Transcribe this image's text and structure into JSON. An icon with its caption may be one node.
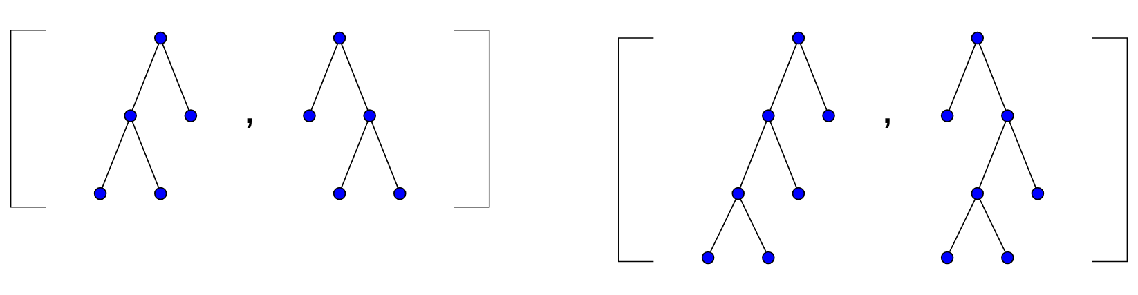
{
  "diagram": {
    "nodes": [
      {
        "text": [],
        "shape": "circle"
      },
      {
        "text": [],
        "shape": "circle"
      },
      {
        "text": [],
        "shape": "circle"
      },
      {
        "text": [],
        "shape": "circle"
      },
      {
        "text": [],
        "shape": "circle"
      },
      {
        "text": [],
        "shape": "circle"
      },
      {
        "text": [],
        "shape": "circle"
      },
      {
        "text": [],
        "shape": "circle"
      },
      {
        "text": [],
        "shape": "circle"
      },
      {
        "text": [],
        "shape": "circle"
      },
      {
        "text": [],
        "shape": "circle"
      },
      {
        "text": [],
        "shape": "circle"
      },
      {
        "text": [],
        "shape": "circle"
      },
      {
        "text": [],
        "shape": "circle"
      },
      {
        "text": [],
        "shape": "circle"
      },
      {
        "text": [],
        "shape": "circle"
      },
      {
        "text": [],
        "shape": "circle"
      },
      {
        "text": [],
        "shape": "circle"
      },
      {
        "text": [],
        "shape": "circle"
      },
      {
        "text": [],
        "shape": "circle"
      },
      {
        "text": [],
        "shape": "circle"
      },
      {
        "text": [],
        "shape": "circle"
      },
      {
        "text": [],
        "shape": "circle"
      },
      {
        "text": [],
        "shape": "circle"
      }
    ],
    "edges": [
      {
        "from": 0,
        "to": 1,
        "arrow": "none"
      },
      {
        "from": 0,
        "to": 2,
        "arrow": "none"
      },
      {
        "from": 1,
        "to": 3,
        "arrow": "none"
      },
      {
        "from": 1,
        "to": 4,
        "arrow": "none"
      },
      {
        "from": 5,
        "to": 6,
        "arrow": "none"
      },
      {
        "from": 5,
        "to": 7,
        "arrow": "none"
      },
      {
        "from": 7,
        "to": 8,
        "arrow": "none"
      },
      {
        "from": 7,
        "to": 9,
        "arrow": "none"
      },
      {
        "from": 10,
        "to": 11,
        "arrow": "none"
      },
      {
        "from": 10,
        "to": 12,
        "arrow": "none"
      },
      {
        "from": 11,
        "to": 13,
        "arrow": "none"
      },
      {
        "from": 11,
        "to": 14,
        "arrow": "none"
      },
      {
        "from": 13,
        "to": 15,
        "arrow": "none"
      },
      {
        "from": 13,
        "to": 16,
        "arrow": "none"
      },
      {
        "from": 17,
        "to": 18,
        "arrow": "none"
      },
      {
        "from": 17,
        "to": 19,
        "arrow": "none"
      },
      {
        "from": 19,
        "to": 20,
        "arrow": "none"
      },
      {
        "from": 19,
        "to": 21,
        "arrow": "none"
      },
      {
        "from": 20,
        "to": 22,
        "arrow": "none"
      },
      {
        "from": 20,
        "to": 23,
        "arrow": "none"
      }
    ],
    "labels": [
      ",",
      ","
    ]
  }
}
